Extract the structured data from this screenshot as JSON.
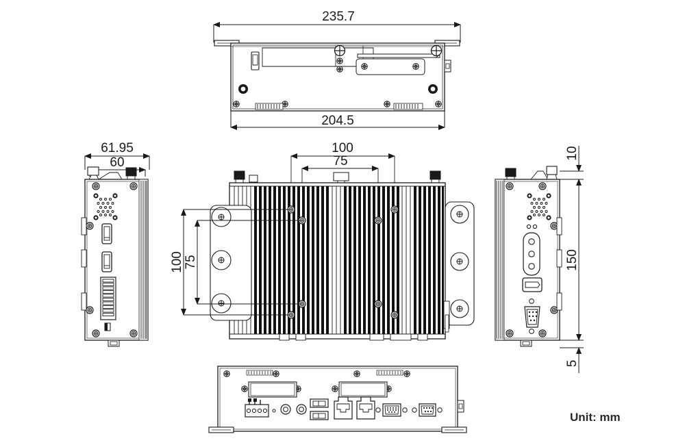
{
  "drawing": {
    "title": "Mechanical dimension drawing - embedded fanless box PC",
    "unit_note": "Unit: mm",
    "line_color": "#1a1a1a",
    "fin_color": "#111111",
    "background": "#ffffff"
  },
  "views": {
    "top": {
      "name": "top-view",
      "label": "",
      "features": [
        "mounting-ear-left",
        "mounting-ear-right",
        "bottom-plate",
        "vent-slots",
        "screw-holes",
        "sim-slot",
        "grommet-holes"
      ]
    },
    "left_side": {
      "name": "left-side-view",
      "features": [
        "speaker-grille",
        "usb-port-upper",
        "usb-port-lower",
        "terminal-block",
        "corner-screws",
        "heatsink-edge"
      ]
    },
    "front_heatsink": {
      "name": "front-heatsink-view",
      "features": [
        "heatsink-fins",
        "vesa-mount-holes",
        "antenna-connectors",
        "mounting-bracket-left",
        "mounting-bracket-right"
      ]
    },
    "right_side": {
      "name": "right-side-view",
      "features": [
        "speaker-grille",
        "antenna-hole-plate",
        "hdmi-port",
        "db9-serial-port",
        "corner-screws"
      ]
    },
    "bottom_io": {
      "name": "bottom-io-view",
      "features": [
        "power-terminal-block",
        "reset-hole",
        "audio-jack-line-out",
        "audio-jack-mic-in",
        "usb-port-upper",
        "usb-port-lower",
        "rj45-lan1",
        "rj45-lan2",
        "vga-port",
        "db9-com-port",
        "expansion-bay-left",
        "expansion-bay-right"
      ]
    }
  },
  "dimensions": {
    "top_overall_width": "235.7",
    "top_inner_width": "204.5",
    "left_outer_depth": "61.95",
    "left_inner_depth": "60",
    "vesa_horizontal_outer": "100",
    "vesa_horizontal_inner": "75",
    "vesa_vertical_outer": "100",
    "vesa_vertical_inner": "75",
    "right_top_offset": "10",
    "right_height": "150",
    "right_bottom_offset": "5"
  }
}
